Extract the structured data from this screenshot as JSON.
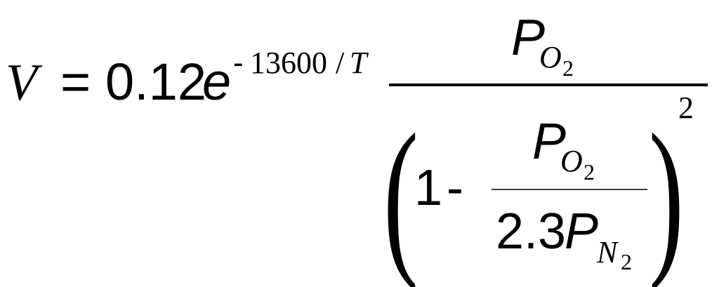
{
  "equation": {
    "lhs_variable": "V",
    "equals_sign": "=",
    "coefficient": "0.12",
    "exp_base": "e",
    "exponent": {
      "minus": "-",
      "value": "13600",
      "slash": "/",
      "variable": "T"
    },
    "numerator": {
      "symbol": "P",
      "subscript": "O",
      "subscript_index": "2"
    },
    "denominator": {
      "open_paren": "(",
      "one": "1",
      "minus": "-",
      "inner_numerator": {
        "symbol": "P",
        "subscript": "O",
        "subscript_index": "2"
      },
      "inner_denominator": {
        "coefficient": "2.3",
        "symbol": "P",
        "subscript": "N",
        "subscript_index": "2"
      },
      "close_paren": ")",
      "power": "2"
    }
  }
}
